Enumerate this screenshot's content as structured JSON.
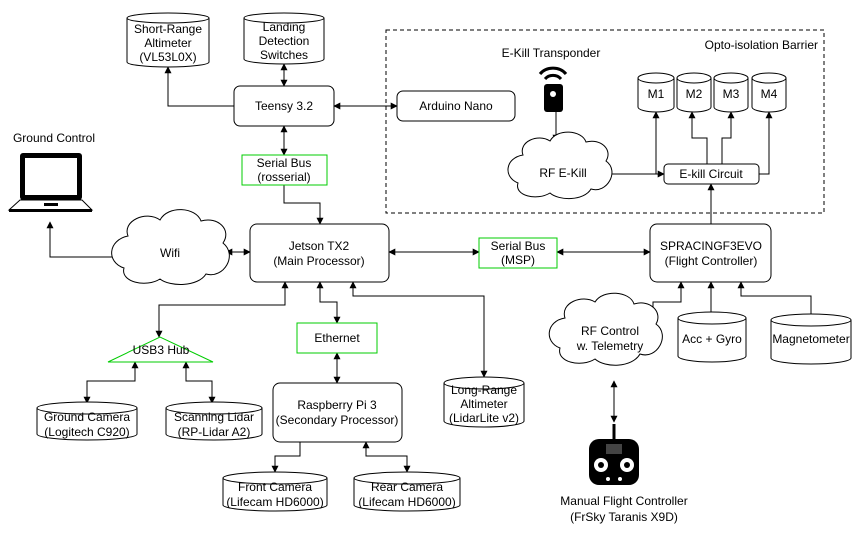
{
  "nodes": {
    "teensy": "Teensy 3.2",
    "arduino": "Arduino Nano",
    "serial_rosserial": [
      "Serial Bus",
      "(rosserial)"
    ],
    "jetson": [
      "Jetson TX2",
      "(Main Processor)"
    ],
    "serial_msp": [
      "Serial Bus",
      "(MSP)"
    ],
    "spracing": [
      "SPRACINGF3EVO",
      "(Flight Controller)"
    ],
    "ekill_circuit": "E-kill Circuit",
    "ethernet": "Ethernet",
    "raspberry": [
      "Raspberry Pi 3",
      "(Secondary Processor)"
    ],
    "usb3_hub": "USB3 Hub",
    "wifi": "Wifi",
    "rf_ekill": "RF E-Kill",
    "rf_control": [
      "RF Control",
      "w. Telemetry"
    ],
    "ground_control": "Ground Control",
    "ekill_transponder": "E-Kill Transponder",
    "opto_barrier": "Opto-isolation Barrier",
    "manual_fc": [
      "Manual Flight Controller",
      "(FrSky Taranis X9D)"
    ]
  },
  "cylinders": {
    "short_range": [
      "Short-Range",
      "Altimeter",
      "(VL53L0X)"
    ],
    "landing": [
      "Landing",
      "Detection",
      "Switches"
    ],
    "m1": "M1",
    "m2": "M2",
    "m3": "M3",
    "m4": "M4",
    "ground_camera": [
      "Ground Camera",
      "(Logitech C920)"
    ],
    "scanning_lidar": [
      "Scanning Lidar",
      "(RP-Lidar A2)"
    ],
    "long_range": [
      "Long-Range",
      "Altimeter",
      "(LidarLite v2)"
    ],
    "front_camera": [
      "Front Camera",
      "(Lifecam HD6000)"
    ],
    "rear_camera": [
      "Rear Camera",
      "(Lifecam HD6000)"
    ],
    "acc_gyro": "Acc + Gyro",
    "magnetometer": "Magnetometer"
  },
  "colors": {
    "line": "#000000",
    "highlight": "#00cc00"
  }
}
